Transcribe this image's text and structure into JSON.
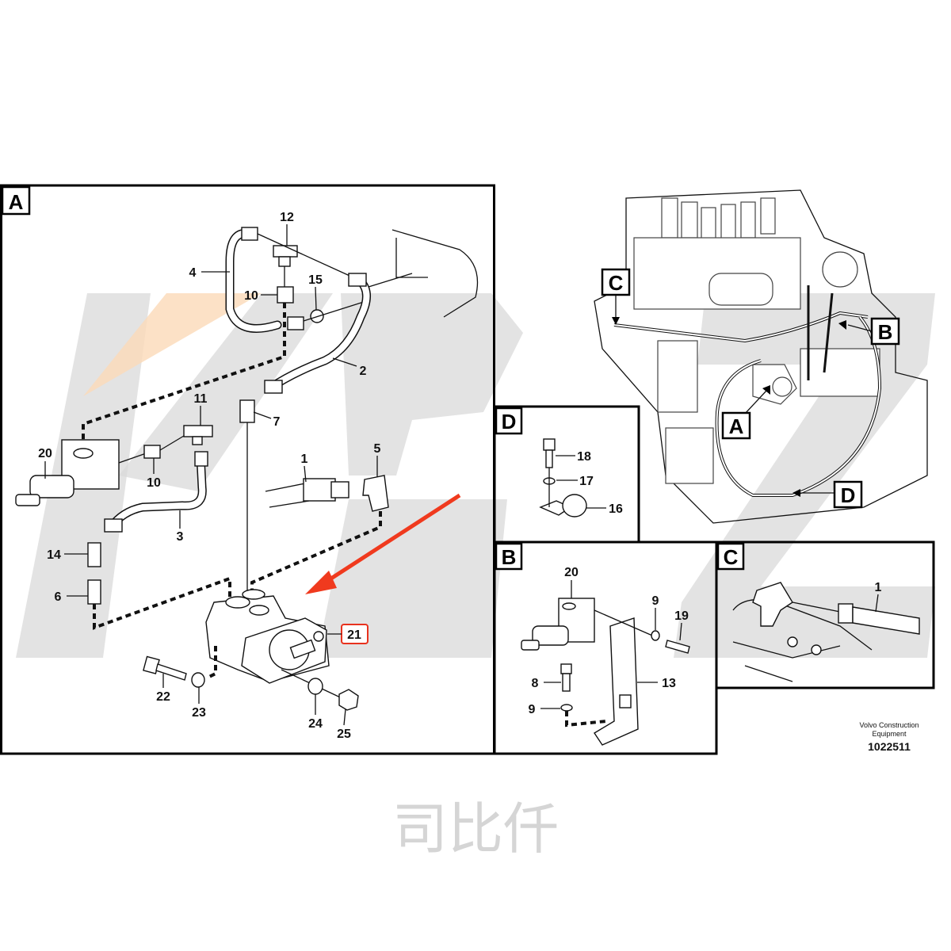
{
  "panels": {
    "A": {
      "letter": "A",
      "labels": [
        "12",
        "4",
        "10",
        "15",
        "2",
        "11",
        "7",
        "20",
        "10",
        "1",
        "5",
        "3",
        "14",
        "6",
        "21",
        "22",
        "23",
        "24",
        "25"
      ]
    },
    "D": {
      "letter": "D",
      "labels": [
        "18",
        "17",
        "16"
      ]
    },
    "B": {
      "letter": "B",
      "labels": [
        "20",
        "9",
        "19",
        "8",
        "13",
        "9"
      ]
    },
    "C": {
      "letter": "C",
      "labels": [
        "1"
      ]
    }
  },
  "overview": {
    "callouts": [
      "C",
      "B",
      "A",
      "D"
    ]
  },
  "highlight": {
    "part": "21",
    "color": "#e8321e"
  },
  "arrow_color": "#f03a1e",
  "footer": {
    "line1": "Volvo Construction",
    "line2": "Equipment",
    "number": "1022511"
  },
  "watermark": {
    "text": "KBZ",
    "subtext": "司比仟"
  }
}
